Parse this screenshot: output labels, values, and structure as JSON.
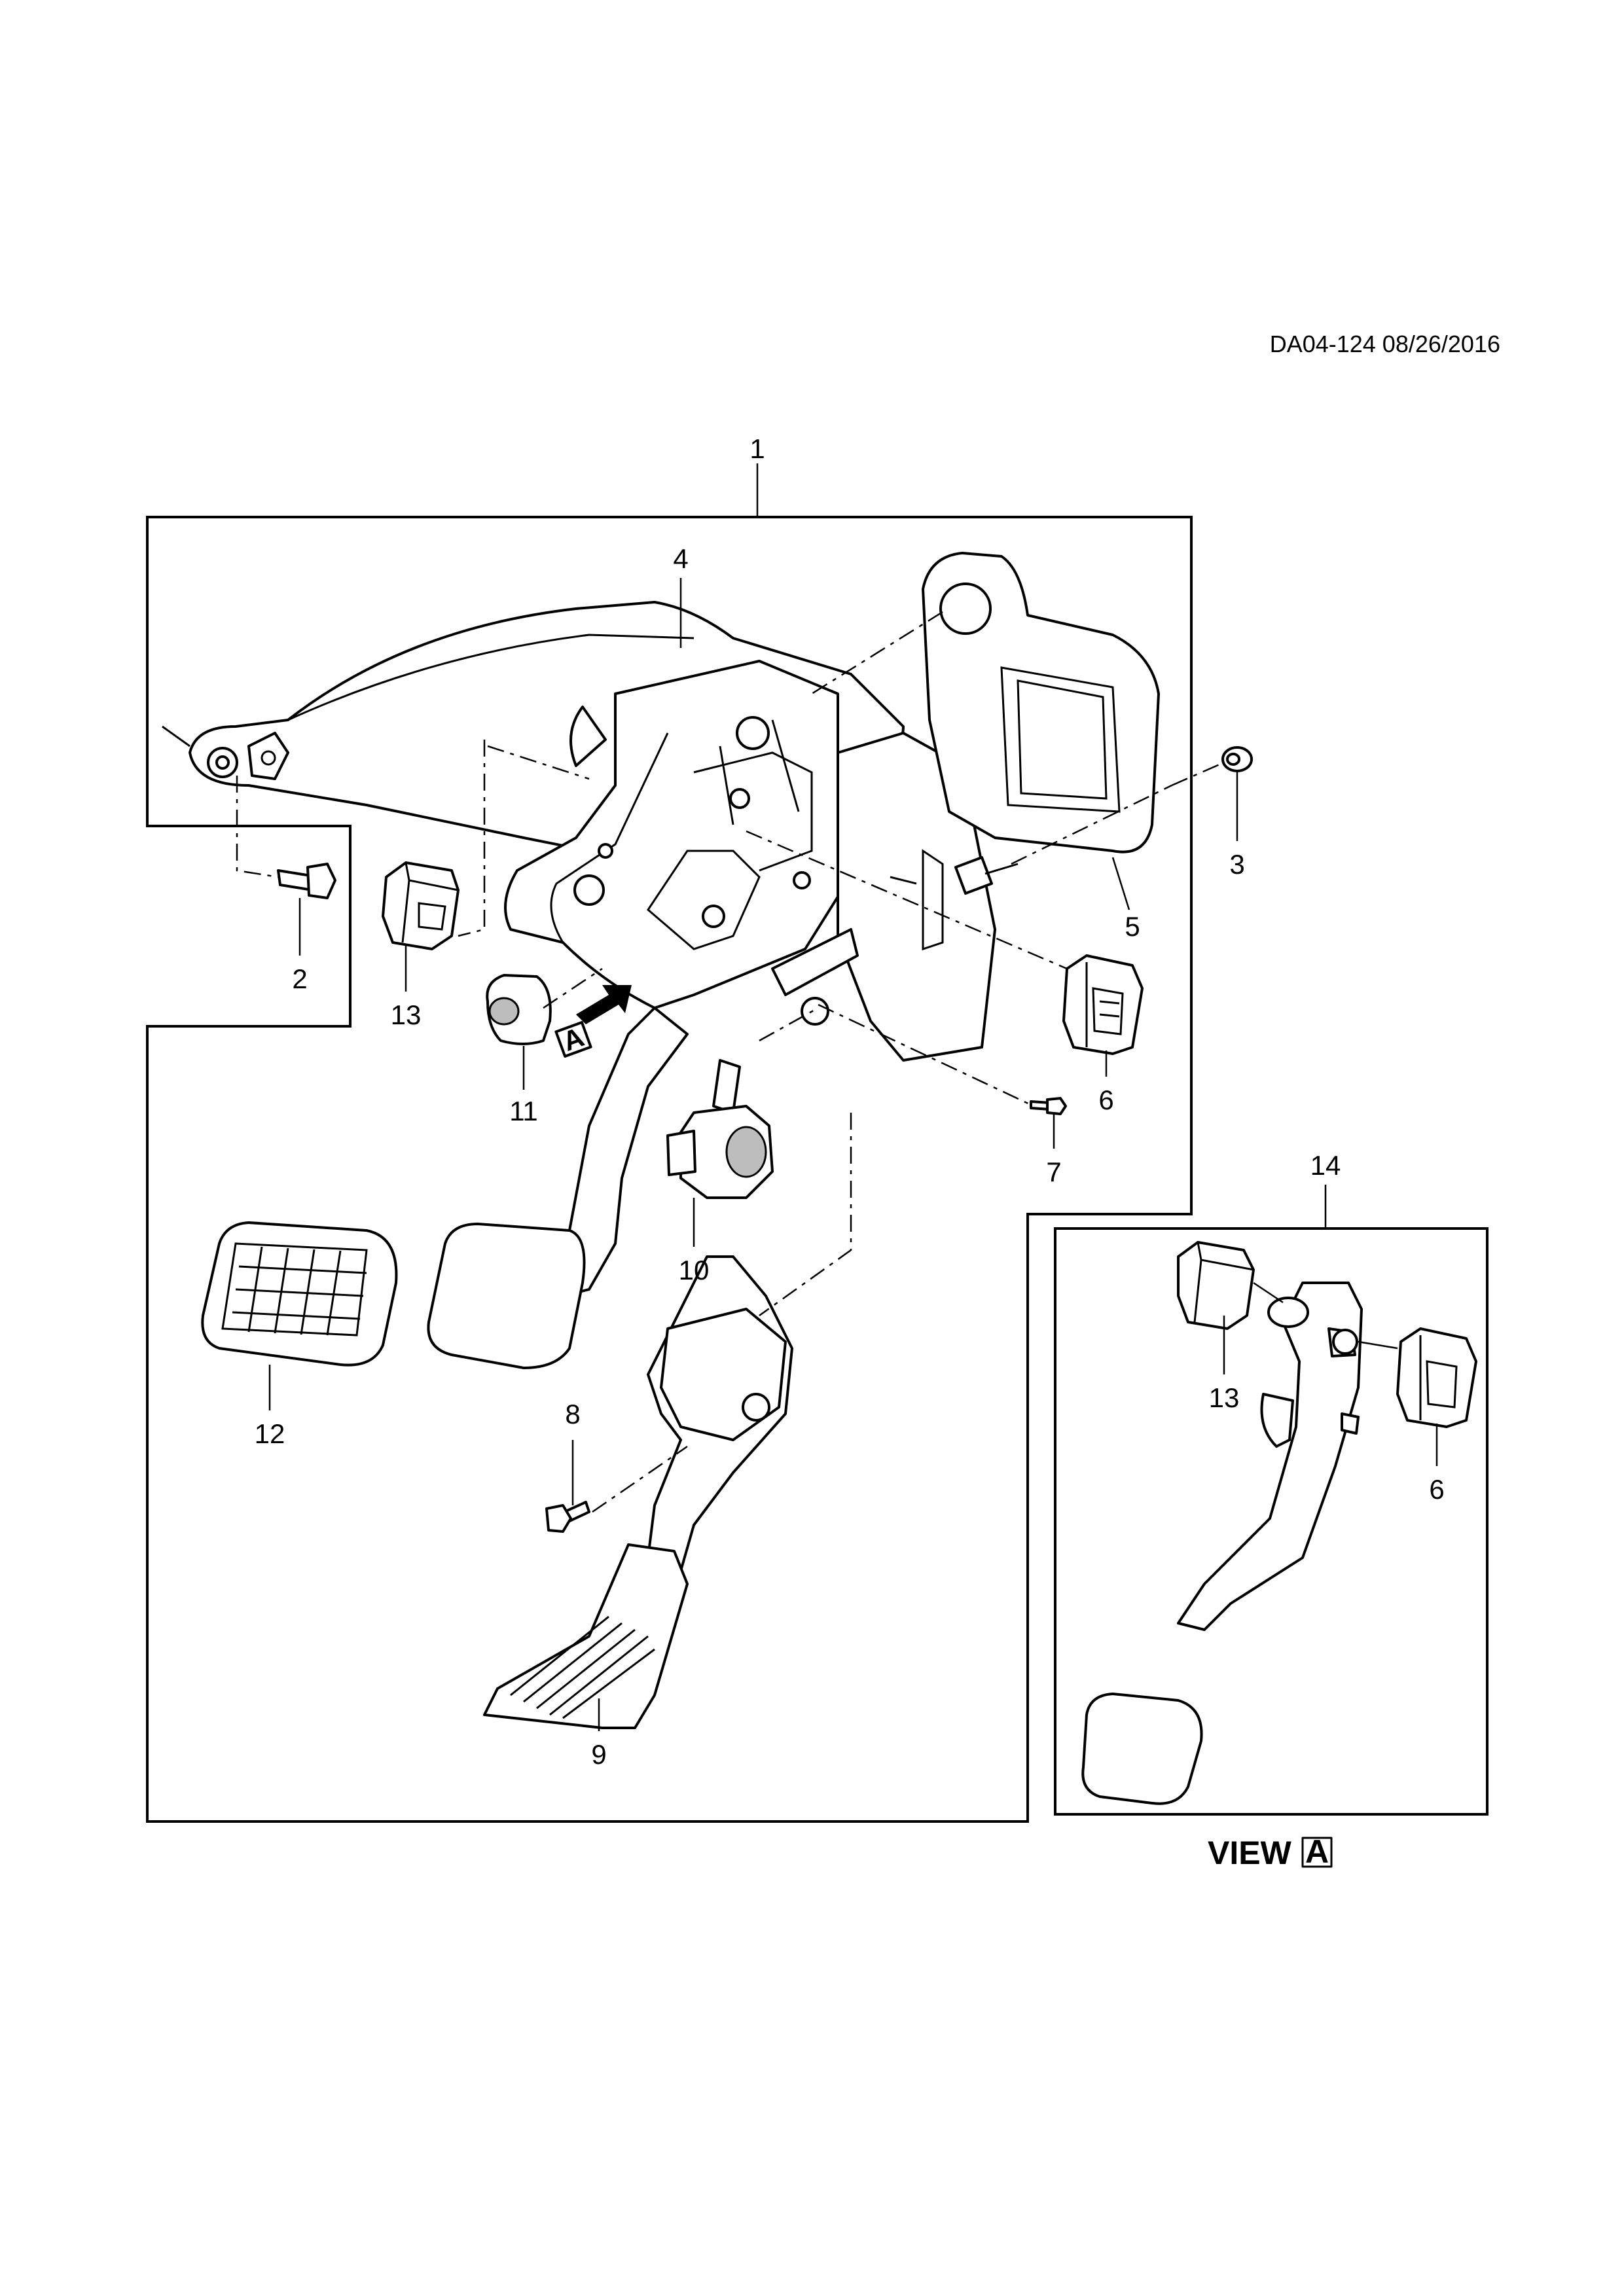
{
  "header": {
    "drawing_code": "DA04-124 08/26/2016"
  },
  "callouts": {
    "c1": "1",
    "c2": "2",
    "c3": "3",
    "c4": "4",
    "c5": "5",
    "c6": "6",
    "c7": "7",
    "c8": "8",
    "c9": "9",
    "c10": "10",
    "c11": "11",
    "c12": "12",
    "c13": "13",
    "c14": "14",
    "inset_c6": "6",
    "inset_c13": "13"
  },
  "view_marker": {
    "arrow_letter": "A",
    "caption": "VIEW",
    "caption_letter": "A"
  }
}
